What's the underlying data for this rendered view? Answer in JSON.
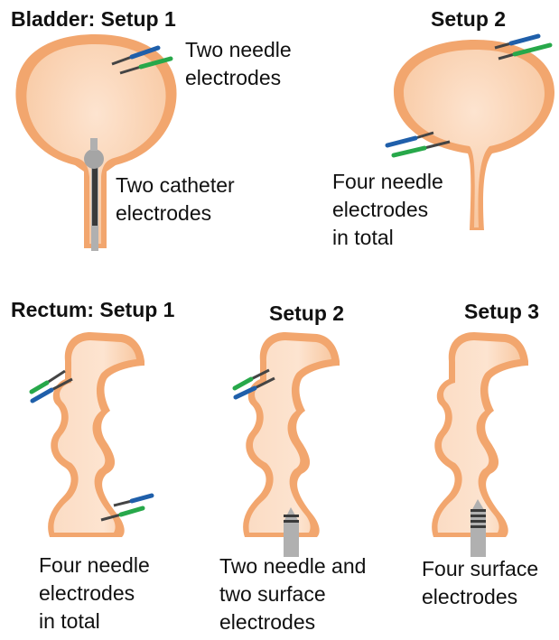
{
  "bladder": {
    "setup1_title": "Bladder: Setup 1",
    "setup2_title": "Setup 2",
    "setup1_needle_caption": "Two needle\nelectrodes",
    "setup1_catheter_caption": "Two catheter\nelectrodes",
    "setup2_caption": "Four needle\nelectrodes\nin total"
  },
  "rectum": {
    "setup1_title": "Rectum: Setup 1",
    "setup2_title": "Setup 2",
    "setup3_title": "Setup 3",
    "setup1_caption": "Four needle\nelectrodes\nin total",
    "setup2_caption": "Two needle and\ntwo surface\nelectrodes",
    "setup3_caption": "Four surface\nelectrodes"
  },
  "colors": {
    "organ_fill": "#f8c9a3",
    "organ_fill_light": "#fde4d0",
    "organ_stroke": "#f2a66e",
    "needle_blue": "#1f5faa",
    "needle_green": "#27a84a",
    "probe_gray": "#b0b0b0",
    "probe_dark": "#3a3a3a"
  }
}
